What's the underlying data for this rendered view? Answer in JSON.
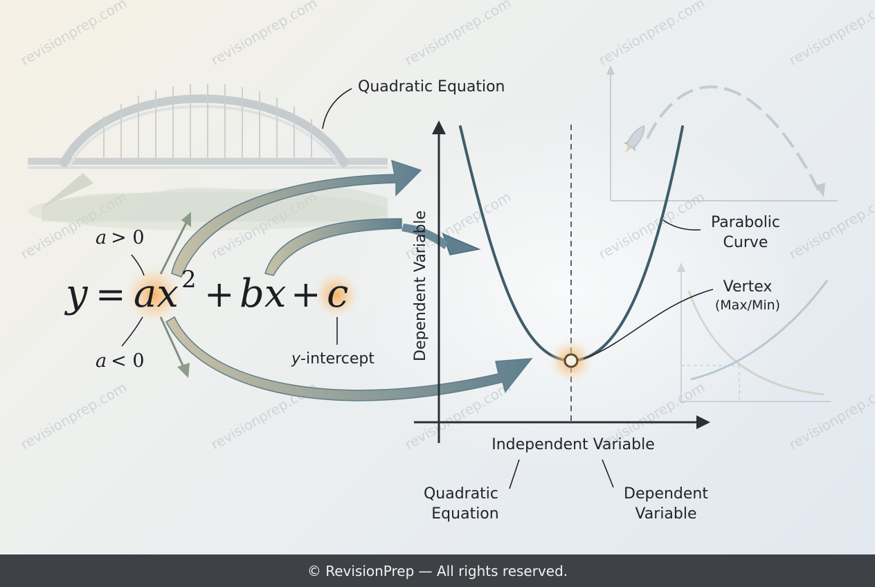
{
  "watermark": "revisionprep.com",
  "equation": {
    "y": "y",
    "equals": "=",
    "ax": "ax",
    "exp": "2",
    "plus1": "+",
    "bx": "bx",
    "plus2": "+",
    "c": "c"
  },
  "labels": {
    "a_pos_a": "a",
    "a_pos_rel": "> 0",
    "a_neg_a": "a",
    "a_neg_rel": "< 0",
    "y_intercept_y": "y",
    "y_intercept_rest": "-intercept",
    "quadratic_equation_top": "Quadratic Equation",
    "y_axis": "Dependent Variable",
    "x_axis": "Independent Variable",
    "parabolic_curve_1": "Parabolic",
    "parabolic_curve_2": "Curve",
    "vertex_1": "Vertex",
    "vertex_2": "(Max/Min)",
    "bottom_left_1": "Quadratic",
    "bottom_left_2": "Equation",
    "bottom_right_1": "Dependent",
    "bottom_right_2": "Variable"
  },
  "footer": "© RevisionPrep — All rights reserved.",
  "colors": {
    "curve": "#3f5d6b",
    "arrow": "#6f8c9a",
    "glow": "#f6a54a",
    "axis": "#2b2f33"
  }
}
